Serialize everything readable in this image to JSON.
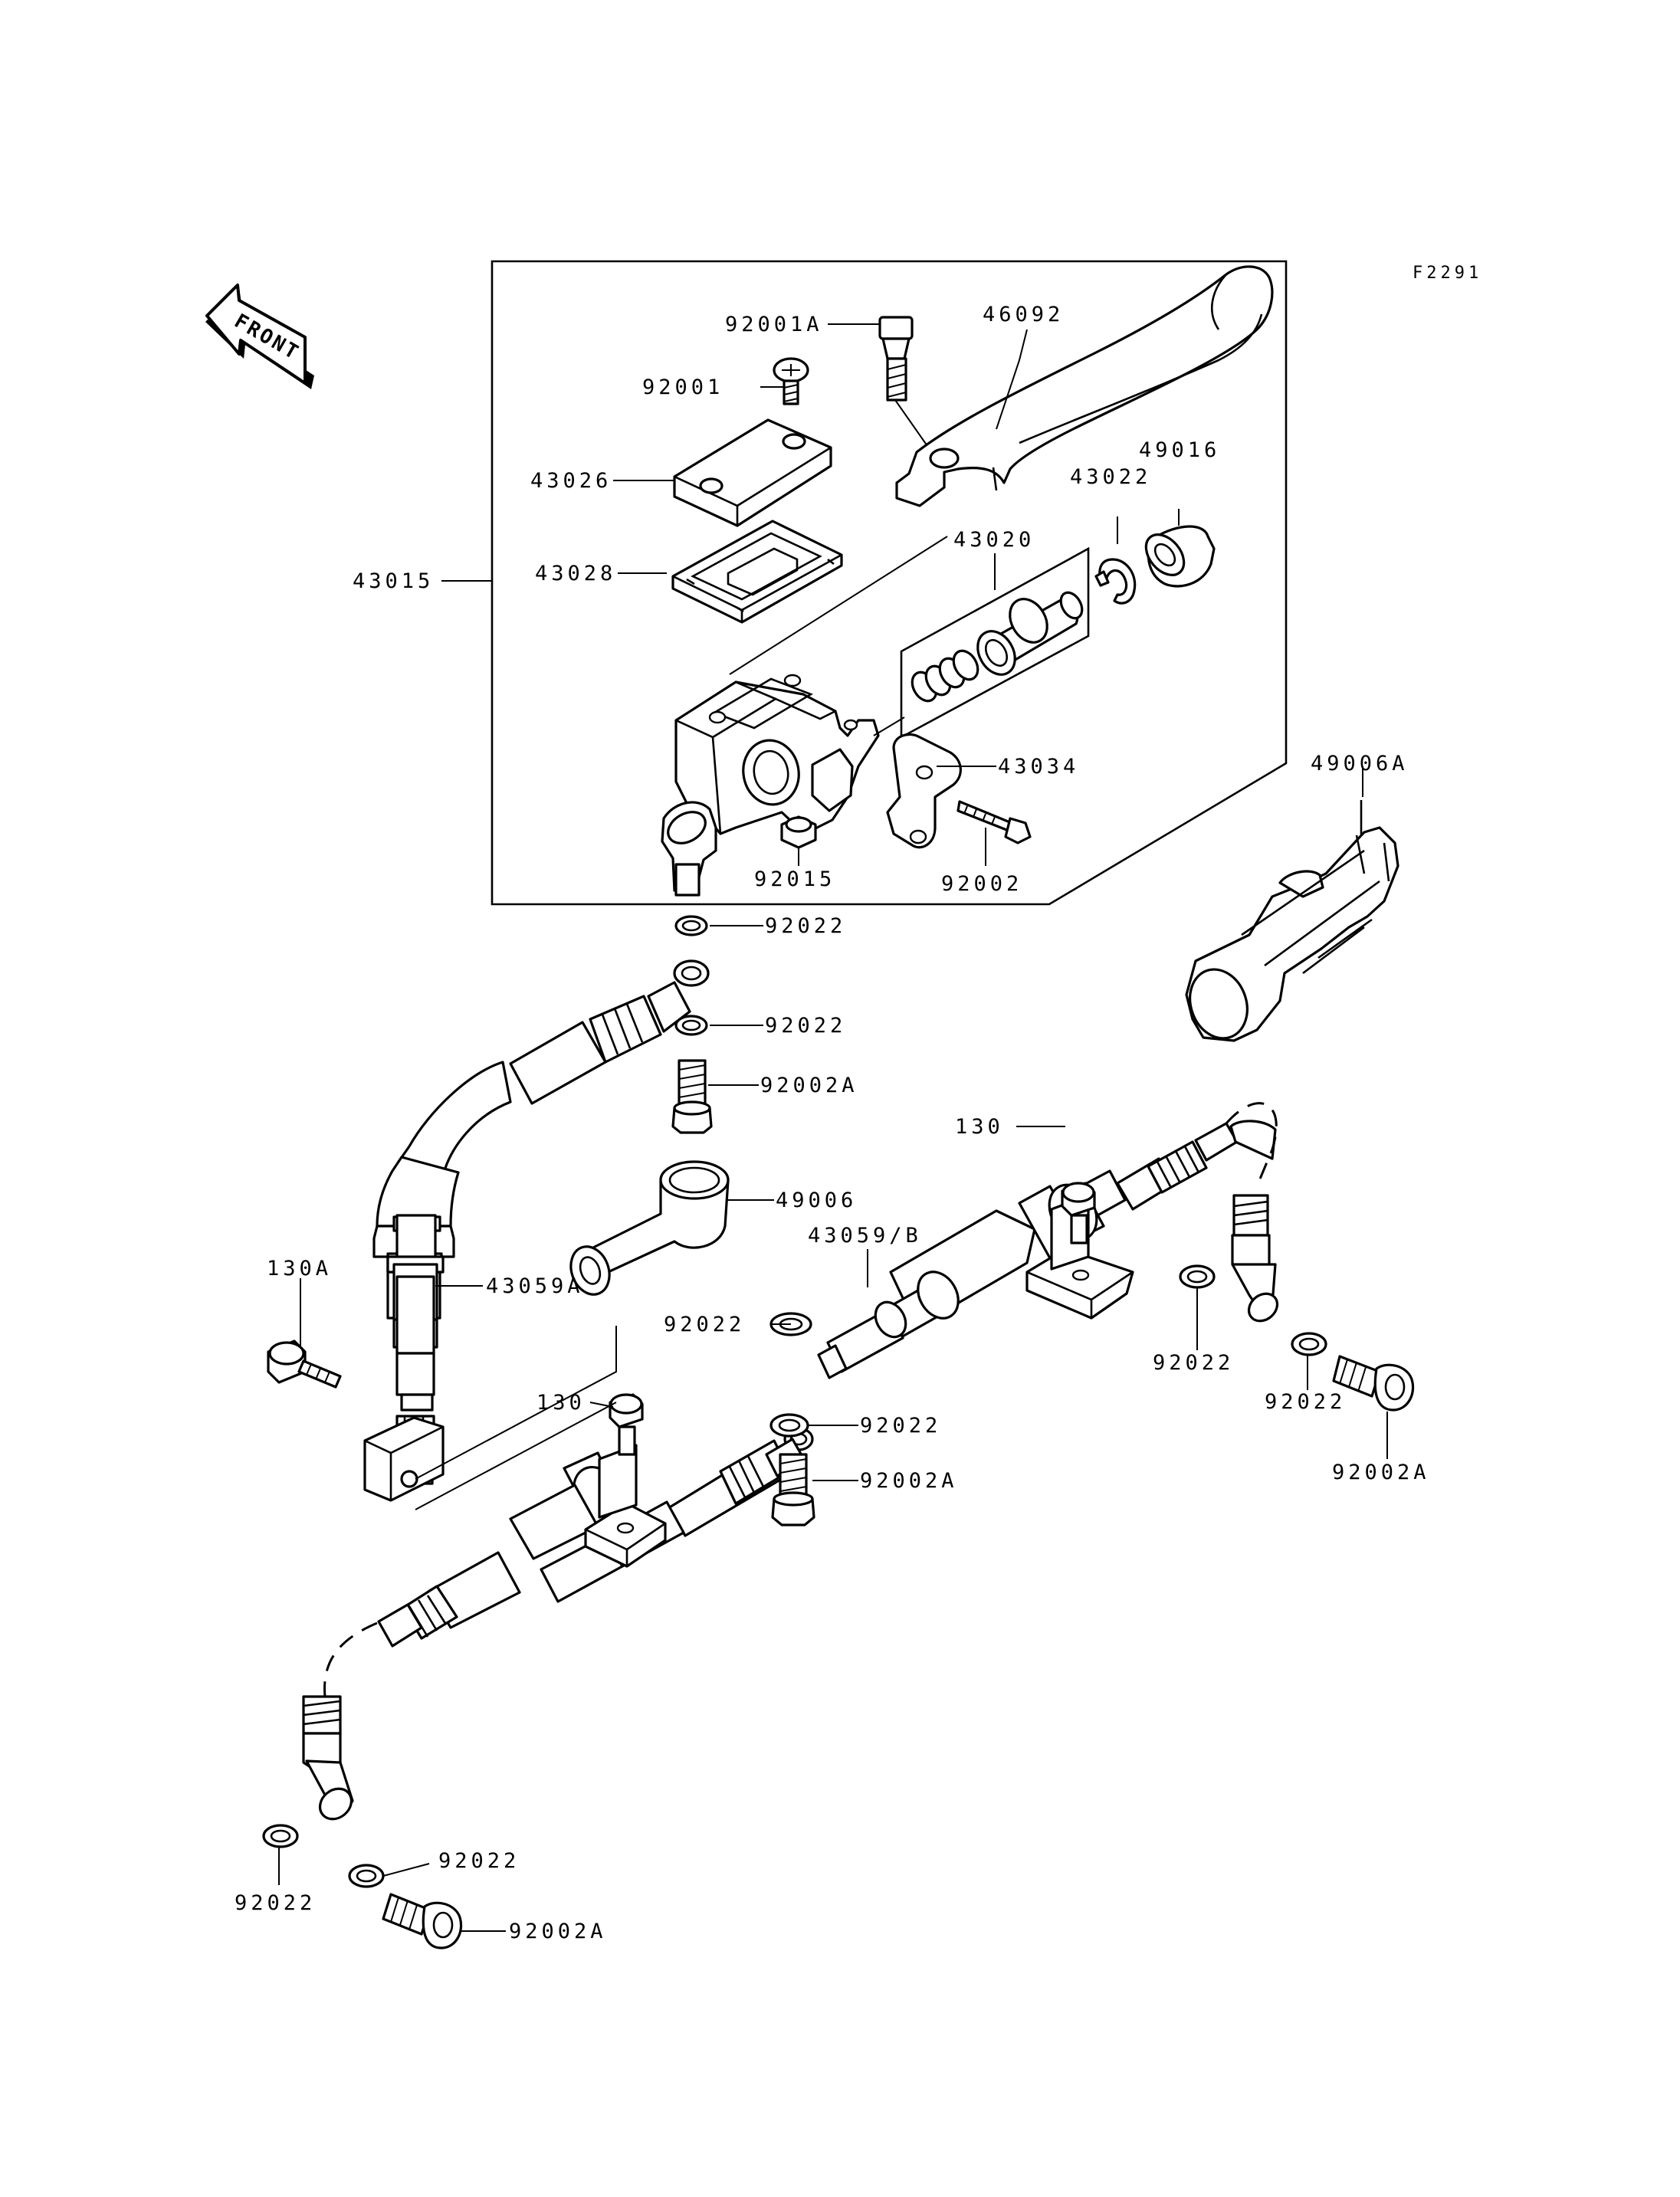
{
  "diagram_code": "F2291",
  "front_arrow": {
    "text": "FRONT",
    "icon": "front-arrow-icon"
  },
  "callouts": {
    "c92001A_top": "92001A",
    "c46092": "46092",
    "c92001": "92001",
    "c43026": "43026",
    "c49016": "49016",
    "c43022": "43022",
    "c43020": "43020",
    "c43015": "43015",
    "c43028": "43028",
    "c43034": "43034",
    "c49006A": "49006A",
    "c92015": "92015",
    "c92002": "92002",
    "c92022_a": "92022",
    "c92022_b": "92022",
    "c92002A_a": "92002A",
    "c130_top": "130",
    "c49006": "49006",
    "c43059B": "43059/B",
    "c130A": "130A",
    "c43059A": "43059A",
    "c92022_c": "92022",
    "c92022_r1": "92022",
    "c92022_r2": "92022",
    "c92002A_r": "92002A",
    "c130_mid": "130",
    "c92022_d": "92022",
    "c92002A_b": "92002A",
    "c92022_e": "92022",
    "c92022_f": "92022",
    "c92002A_c": "92002A"
  }
}
